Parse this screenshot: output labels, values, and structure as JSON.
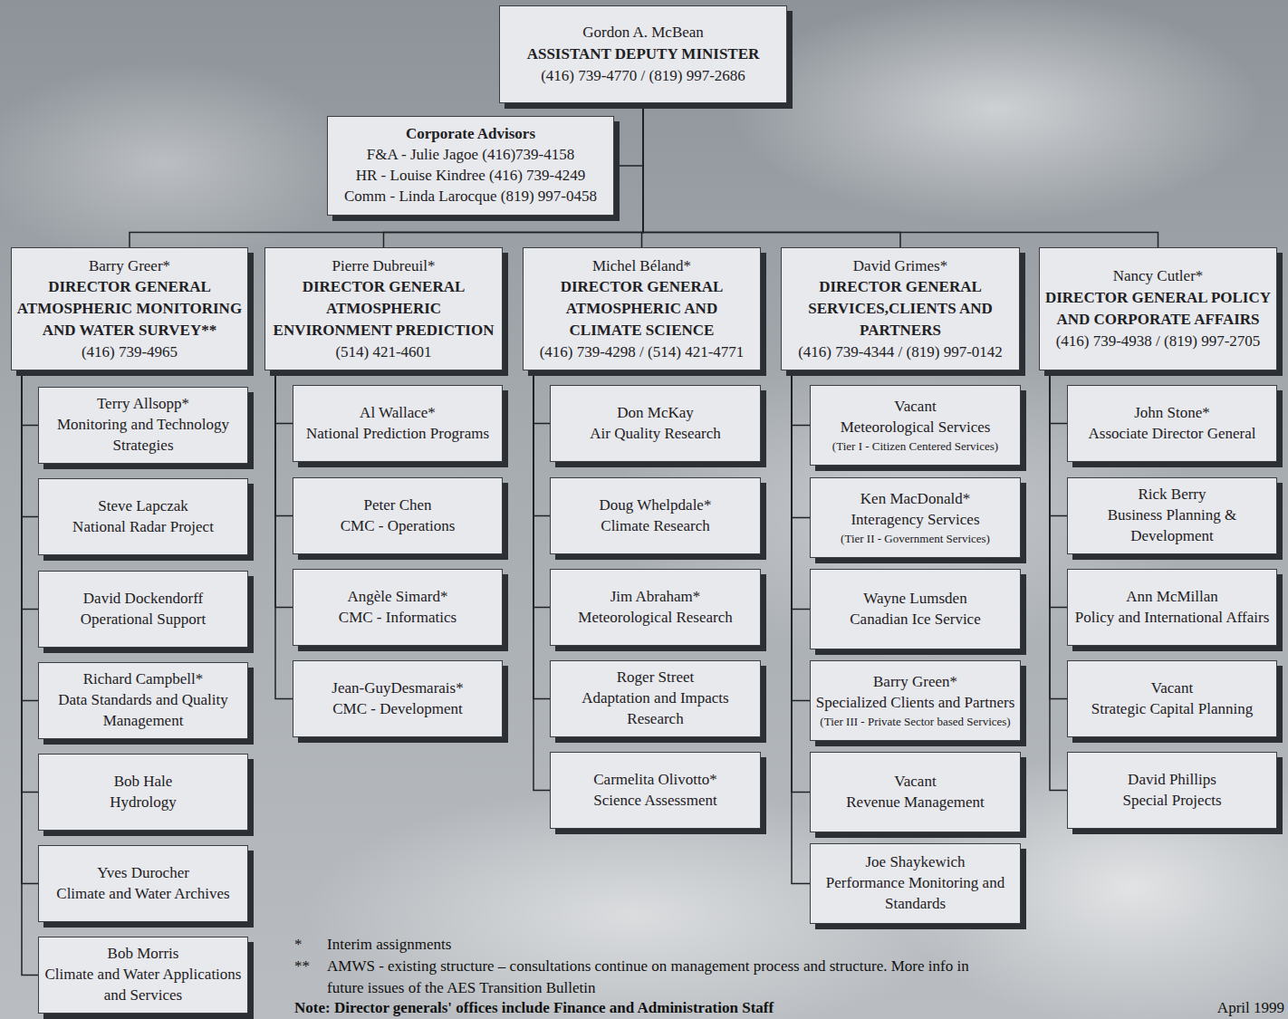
{
  "diagram": {
    "nodes": [
      {
        "text": [
          "Gordon A. McBean",
          "ASSISTANT DEPUTY MINISTER",
          "(416) 739-4770 / (819) 997-2686"
        ]
      },
      {
        "text": [
          "Corporate Advisors",
          "F&A - Julie Jagoe (416)739-4158",
          "HR - Louise Kindree (416) 739-4249",
          "Comm - Linda Larocque (819) 997-0458"
        ]
      },
      {
        "text": [
          "Barry Greer*",
          "DIRECTOR GENERAL ATMOSPHERIC MONITORING AND WATER SURVEY**",
          "(416) 739-4965"
        ]
      },
      {
        "text": [
          "Terry Allsopp*",
          "Monitoring and Technology Strategies"
        ]
      },
      {
        "text": [
          "Steve Lapczak",
          "National Radar Project"
        ]
      },
      {
        "text": [
          "David Dockendorff",
          "Operational Support"
        ]
      },
      {
        "text": [
          "Richard Campbell*",
          "Data Standards and Quality Management"
        ]
      },
      {
        "text": [
          "Bob Hale",
          "Hydrology"
        ]
      },
      {
        "text": [
          "Yves Durocher",
          "Climate and Water Archives"
        ]
      },
      {
        "text": [
          "Bob Morris",
          "Climate and Water Applications and Services"
        ]
      },
      {
        "text": [
          "Pierre Dubreuil*",
          "DIRECTOR GENERAL ATMOSPHERIC ENVIRONMENT PREDICTION",
          "(514) 421-4601"
        ]
      },
      {
        "text": [
          "Al Wallace*",
          "National Prediction Programs"
        ]
      },
      {
        "text": [
          "Peter Chen",
          "CMC - Operations"
        ]
      },
      {
        "text": [
          "Angèle Simard*",
          "CMC - Informatics"
        ]
      },
      {
        "text": [
          "Jean-GuyDesmarais*",
          "CMC - Development"
        ]
      },
      {
        "text": [
          "Michel Béland*",
          "DIRECTOR GENERAL ATMOSPHERIC AND CLIMATE SCIENCE",
          "(416) 739-4298 / (514) 421-4771"
        ]
      },
      {
        "text": [
          "Don McKay",
          "Air Quality Research"
        ]
      },
      {
        "text": [
          "Doug Whelpdale*",
          "Climate Research"
        ]
      },
      {
        "text": [
          "Jim Abraham*",
          "Meteorological Research"
        ]
      },
      {
        "text": [
          "Roger Street",
          "Adaptation and Impacts Research"
        ]
      },
      {
        "text": [
          "Carmelita Olivotto*",
          "Science Assessment"
        ]
      },
      {
        "text": [
          "David Grimes*",
          "DIRECTOR GENERAL SERVICES,CLIENTS AND PARTNERS",
          "(416) 739-4344 / (819) 997-0142"
        ]
      },
      {
        "text": [
          "Vacant",
          "Meteorological Services",
          "(Tier I - Citizen Centered Services)"
        ]
      },
      {
        "text": [
          "Ken MacDonald*",
          "Interagency Services",
          "(Tier II - Government Services)"
        ]
      },
      {
        "text": [
          "Wayne Lumsden",
          "Canadian Ice Service"
        ]
      },
      {
        "text": [
          "Barry Green*",
          "Specialized Clients and Partners",
          "(Tier III - Private Sector based Services)"
        ]
      },
      {
        "text": [
          "Vacant",
          "Revenue Management"
        ]
      },
      {
        "text": [
          "Joe Shaykewich",
          "Performance Monitoring and Standards"
        ]
      },
      {
        "text": [
          "Nancy Cutler*",
          "DIRECTOR GENERAL POLICY AND CORPORATE AFFAIRS",
          "(416) 739-4938 / (819) 997-2705"
        ]
      },
      {
        "text": [
          "John Stone*",
          "Associate Director General"
        ]
      },
      {
        "text": [
          "Rick Berry",
          "Business Planning & Development"
        ]
      },
      {
        "text": [
          "Ann McMillan",
          "Policy and International Affairs"
        ]
      },
      {
        "text": [
          "Vacant",
          "Strategic Capital Planning"
        ]
      },
      {
        "text": [
          "David Phillips",
          "Special Projects"
        ]
      }
    ],
    "edges": [
      {
        "from": 0,
        "to": 1,
        "arrow": "none"
      },
      {
        "from": 0,
        "to": 2,
        "arrow": "none"
      },
      {
        "from": 0,
        "to": 10,
        "arrow": "none"
      },
      {
        "from": 0,
        "to": 15,
        "arrow": "none"
      },
      {
        "from": 0,
        "to": 21,
        "arrow": "none"
      },
      {
        "from": 0,
        "to": 28,
        "arrow": "none"
      },
      {
        "from": 2,
        "to": 3,
        "arrow": "none"
      },
      {
        "from": 2,
        "to": 4,
        "arrow": "none"
      },
      {
        "from": 2,
        "to": 5,
        "arrow": "none"
      },
      {
        "from": 2,
        "to": 6,
        "arrow": "none"
      },
      {
        "from": 2,
        "to": 7,
        "arrow": "none"
      },
      {
        "from": 2,
        "to": 8,
        "arrow": "none"
      },
      {
        "from": 2,
        "to": 9,
        "arrow": "none"
      },
      {
        "from": 10,
        "to": 11,
        "arrow": "none"
      },
      {
        "from": 10,
        "to": 12,
        "arrow": "none"
      },
      {
        "from": 10,
        "to": 13,
        "arrow": "none"
      },
      {
        "from": 10,
        "to": 14,
        "arrow": "none"
      },
      {
        "from": 15,
        "to": 16,
        "arrow": "none"
      },
      {
        "from": 15,
        "to": 17,
        "arrow": "none"
      },
      {
        "from": 15,
        "to": 18,
        "arrow": "none"
      },
      {
        "from": 15,
        "to": 19,
        "arrow": "none"
      },
      {
        "from": 15,
        "to": 20,
        "arrow": "none"
      },
      {
        "from": 21,
        "to": 22,
        "arrow": "none"
      },
      {
        "from": 21,
        "to": 23,
        "arrow": "none"
      },
      {
        "from": 21,
        "to": 24,
        "arrow": "none"
      },
      {
        "from": 21,
        "to": 25,
        "arrow": "none"
      },
      {
        "from": 21,
        "to": 26,
        "arrow": "none"
      },
      {
        "from": 21,
        "to": 27,
        "arrow": "none"
      },
      {
        "from": 28,
        "to": 29,
        "arrow": "none"
      },
      {
        "from": 28,
        "to": 30,
        "arrow": "none"
      },
      {
        "from": 28,
        "to": 31,
        "arrow": "none"
      },
      {
        "from": 28,
        "to": 32,
        "arrow": "none"
      },
      {
        "from": 28,
        "to": 33,
        "arrow": "none"
      }
    ],
    "labels": [
      "*",
      "Interim assignments",
      "**",
      "AMWS - existing structure – consultations continue on management process and structure. More info in future issues of the AES Transition Bulletin",
      "Note: Director generals' offices include Finance and Administration Staff",
      "April 1999"
    ]
  }
}
